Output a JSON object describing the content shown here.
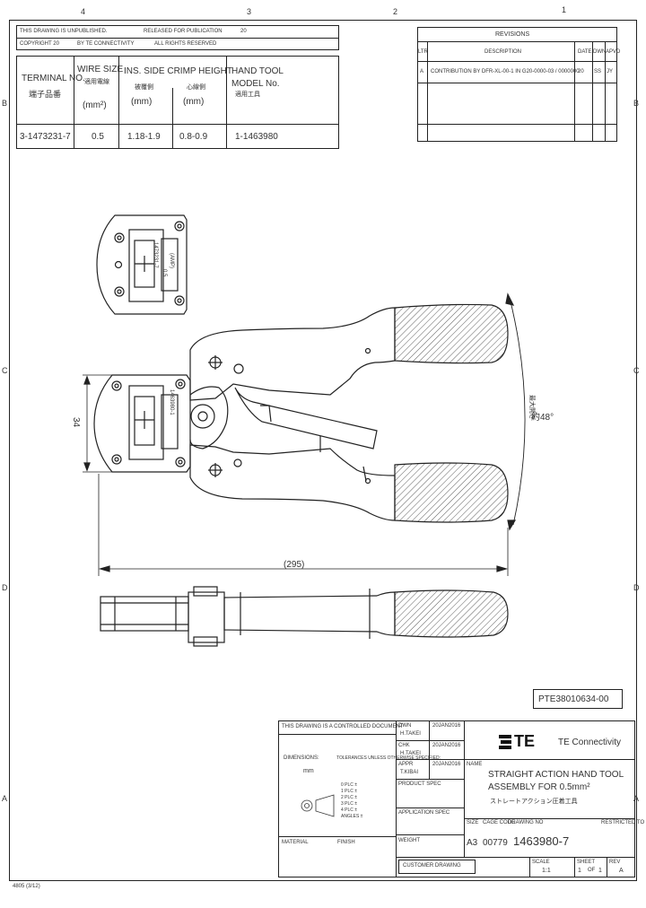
{
  "zone_labels": {
    "top": [
      "4",
      "3",
      "2",
      "1"
    ],
    "right": [
      "B",
      "C",
      "D",
      "A"
    ],
    "left": [
      "B",
      "C",
      "D",
      "A"
    ]
  },
  "header": {
    "row1": [
      "THIS DRAWING IS UNPUBLISHED.",
      "RELEASED FOR PUBLICATION",
      "20"
    ],
    "row2": [
      "COPYRIGHT 20",
      "BY TE CONNECTIVITY",
      "ALL RIGHTS RESERVED"
    ]
  },
  "spec_table": {
    "col1": {
      "title": "TERMINAL NO.",
      "subtitle": "端子品番",
      "value": "3-1473231-7"
    },
    "col2": {
      "title": "WIRE SIZE",
      "subtitle": "適用電線",
      "unit": "(mm²)",
      "value": "0.5"
    },
    "col3": {
      "title": "INS. SIDE CRIMP HEIGHT",
      "subtitle_a": "被覆側",
      "subtitle_b": "心線側",
      "unit_a": "(mm)",
      "unit_b": "(mm)",
      "value_a": "1.18-1.9",
      "value_b": "0.8-0.9"
    },
    "col4": {
      "title": "HAND TOOL",
      "title2": "MODEL No.",
      "subtitle": "適用工具",
      "value": "1-1463980"
    }
  },
  "revisions": {
    "title": "REVISIONS",
    "headers": [
      "LTR",
      "DESCRIPTION",
      "DATE",
      "DWN",
      "APVD"
    ],
    "row": {
      "ltr": "A",
      "desc": "CONTRIBUTION BY DFR-XL-00-1 IN G20-0000-03 / 0000000",
      "date": "20",
      "dwn": "SS",
      "apvd": "JY"
    }
  },
  "dimensions": {
    "die_height": "34",
    "length": "(295)",
    "arc_label": "最大開き",
    "arc_value": "約48°"
  },
  "die_text": [
    "1473231-7",
    "0.5",
    "(AMP)",
    "1463980-1"
  ],
  "drawing_number": "PTE38010634-00",
  "title_block": {
    "notice": "THIS DRAWING IS A CONTROLLED DOCUMENT",
    "dimensions_in": "DIMENSIONS:",
    "unit": "mm",
    "tolerances": "TOLERANCES UNLESS OTHERWISE SPECIFIED:",
    "tol_values": [
      "0 PLC ±",
      "1 PLC ±",
      "2 PLC ±",
      "3 PLC ±",
      "4 PLC ±",
      "ANGLES ±"
    ],
    "material": "MATERIAL",
    "finish": "FINISH",
    "dwn_label": "DWN",
    "dwn_name": "H.TAKEI",
    "dwn_date": "20JAN2016",
    "chk_label": "CHK",
    "chk_name": "H.TAKEI",
    "chk_date": "20JAN2016",
    "appr_label": "APPR",
    "appr_name": "T.KIBAI",
    "appr_date": "20JAN2016",
    "product_spec": "PRODUCT SPEC",
    "application_spec": "APPLICATION SPEC",
    "weight": "WEIGHT",
    "brand": "TE",
    "company": "TE Connectivity",
    "name_label": "NAME",
    "title_line1": "STRAIGHT ACTION HAND TOOL",
    "title_line2": "ASSEMBLY FOR 0.5mm²",
    "title_line3": "ストレートアクション圧着工具",
    "size_label": "SIZE",
    "cage_label": "CAGE CODE",
    "dwg_no_label": "DRAWING NO",
    "rstr_label": "RESTRICTED TO",
    "size": "A3",
    "cage": "00779",
    "dwg_no": "1463980-7",
    "customer_drawing": "CUSTOMER DRAWING",
    "scale_label": "SCALE",
    "scale": "1:1",
    "sheet_label": "SHEET",
    "sheet": "1",
    "of": "OF",
    "sheets": "1",
    "rev_label": "REV",
    "rev": "A"
  },
  "footer_code": "4805 (3/12)"
}
